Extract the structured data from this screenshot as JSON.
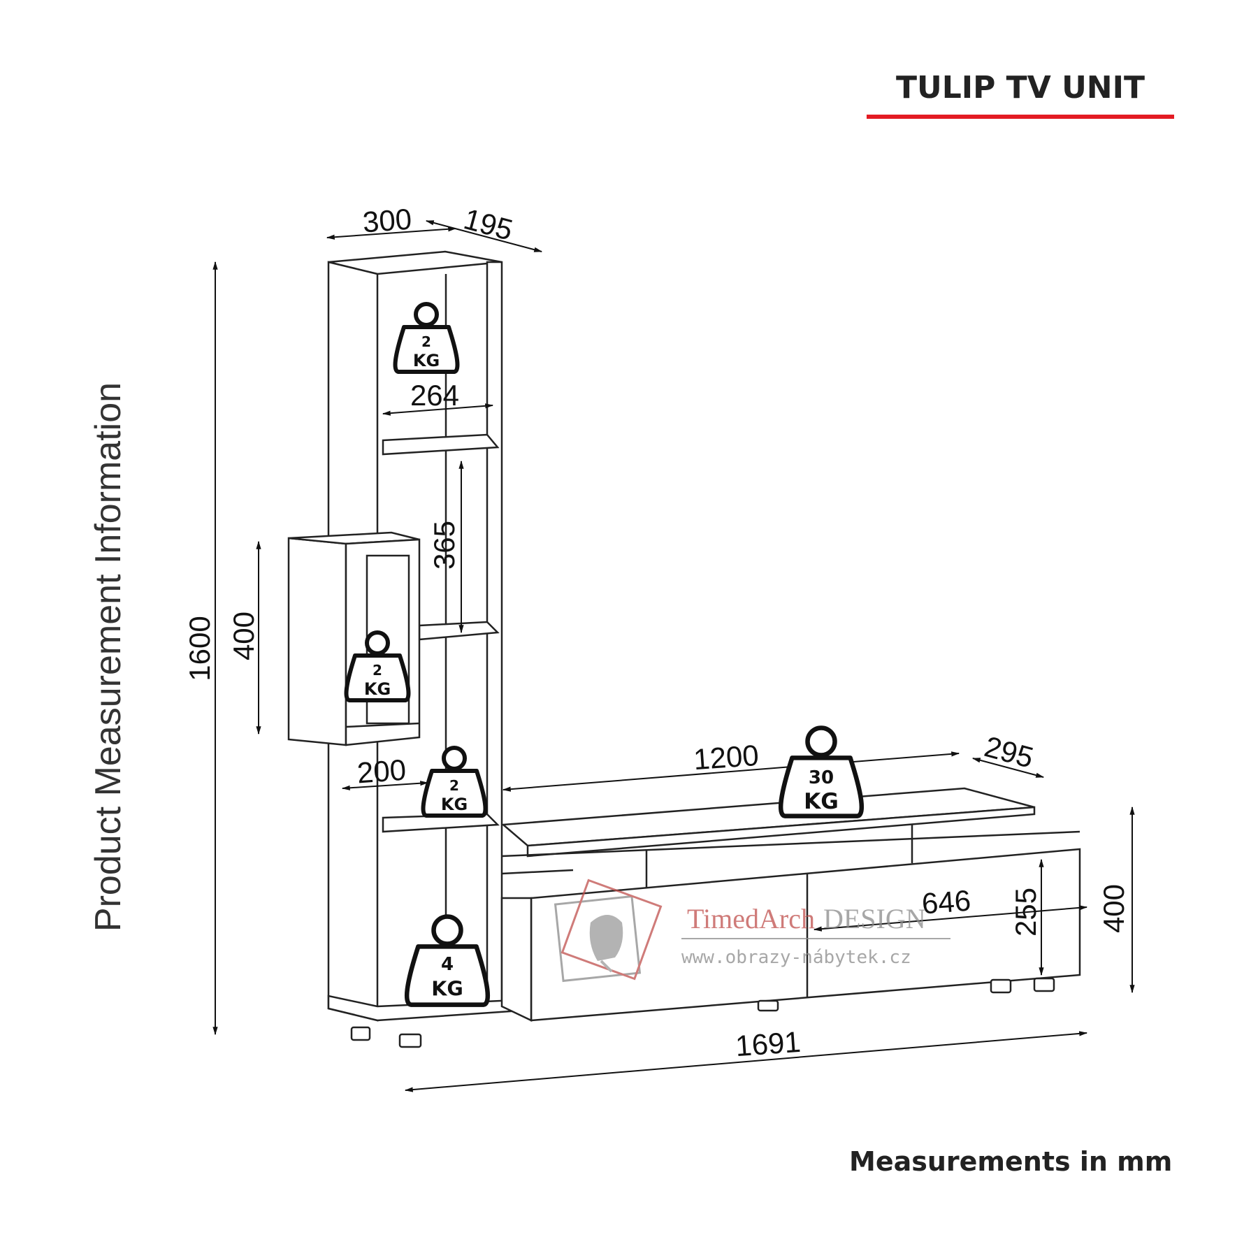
{
  "header": {
    "title": "TULIP TV UNIT",
    "accent_color": "#e31b23"
  },
  "side_title": "Product Measurement Information",
  "footer": {
    "units_note": "Measurements in mm"
  },
  "dimensions": {
    "tower_width": "300",
    "tower_depth": "195",
    "tower_height": "1600",
    "inner_shelf_width": "264",
    "shelf_spacing": "365",
    "wall_box_height": "400",
    "wall_box_width": "200",
    "tv_top_width": "1200",
    "tv_depth": "295",
    "tv_height": "400",
    "drawer_width": "646",
    "drawer_height": "255",
    "total_width": "1691"
  },
  "load_limits": [
    {
      "value": "2",
      "unit": "KG"
    },
    {
      "value": "2",
      "unit": "KG"
    },
    {
      "value": "2",
      "unit": "KG"
    },
    {
      "value": "4",
      "unit": "KG"
    },
    {
      "value": "30",
      "unit": "KG"
    }
  ],
  "watermark": {
    "brand_part1": "TimedArch",
    "brand_part2": "DESIGN",
    "url": "www.obrazy-nábytek.cz",
    "brand_color1": "#c0504d",
    "brand_color2": "#8a8a8a"
  }
}
